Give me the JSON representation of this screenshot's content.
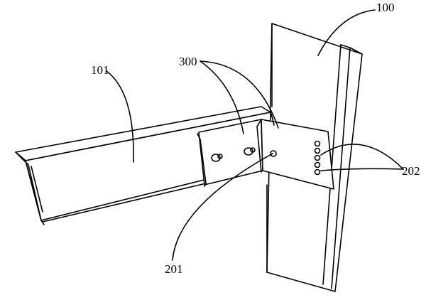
{
  "figure": {
    "labels": {
      "column": "100",
      "beam": "101",
      "bracket": "300",
      "bolt": "201",
      "weld_points": "202"
    }
  },
  "colors": {
    "ink": "#000000",
    "paper": "#ffffff"
  }
}
